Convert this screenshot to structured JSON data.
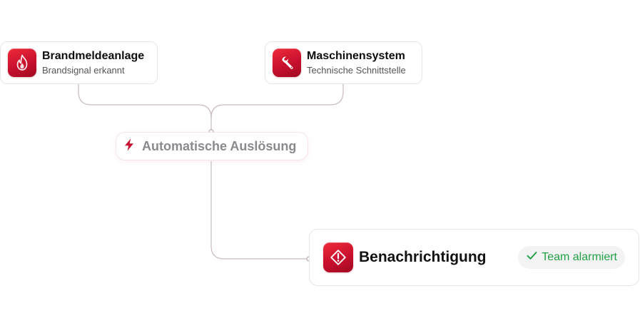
{
  "sources": [
    {
      "title": "Brandmeldeanlage",
      "subtitle": "Brandsignal erkannt",
      "icon": "flame-icon"
    },
    {
      "title": "Maschinensystem",
      "subtitle": "Technische Schnittstelle",
      "icon": "wrench-icon"
    }
  ],
  "trigger": {
    "label": "Automatische Auslösung",
    "icon": "lightning-bolt-icon"
  },
  "target": {
    "title": "Benachrichtigung",
    "icon": "warning-signpost-icon",
    "status": {
      "label": "Team alarmiert",
      "icon": "checkmark-icon"
    }
  },
  "colors": {
    "brand_red": "#c8102e",
    "connector": "#c9b9bc",
    "success_green": "#22a046",
    "muted_text": "#8a8a8e"
  }
}
